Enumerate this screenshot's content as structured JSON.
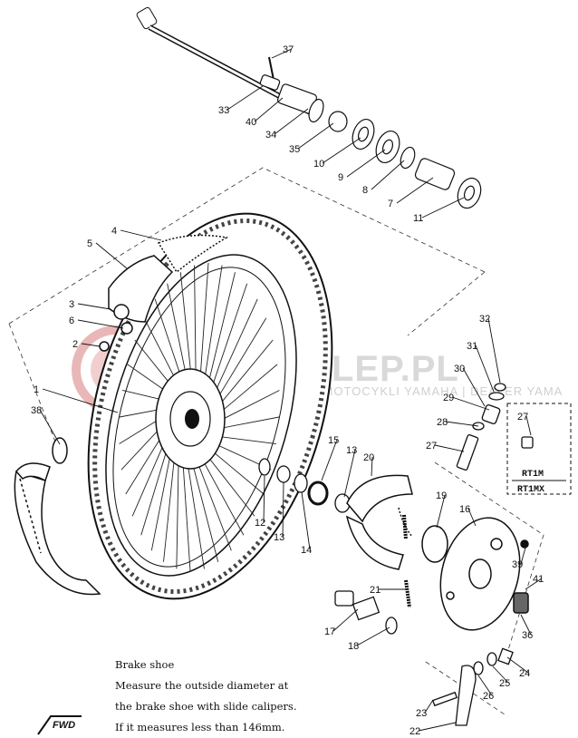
{
  "callouts": [
    {
      "id": "c37",
      "label": "37"
    },
    {
      "id": "c33",
      "label": "33"
    },
    {
      "id": "c40",
      "label": "40"
    },
    {
      "id": "c34",
      "label": "34"
    },
    {
      "id": "c35",
      "label": "35"
    },
    {
      "id": "c10",
      "label": "10"
    },
    {
      "id": "c9",
      "label": "9"
    },
    {
      "id": "c8",
      "label": "8"
    },
    {
      "id": "c7",
      "label": "7"
    },
    {
      "id": "c11",
      "label": "11"
    },
    {
      "id": "c4",
      "label": "4"
    },
    {
      "id": "c5",
      "label": "5"
    },
    {
      "id": "c3",
      "label": "3"
    },
    {
      "id": "c6",
      "label": "6"
    },
    {
      "id": "c2",
      "label": "2"
    },
    {
      "id": "c1",
      "label": "1"
    },
    {
      "id": "c38",
      "label": "38"
    },
    {
      "id": "c32",
      "label": "32"
    },
    {
      "id": "c31",
      "label": "31"
    },
    {
      "id": "c30",
      "label": "30"
    },
    {
      "id": "c29",
      "label": "29"
    },
    {
      "id": "c28",
      "label": "28"
    },
    {
      "id": "c27a",
      "label": "27"
    },
    {
      "id": "c27b",
      "label": "27"
    },
    {
      "id": "c15",
      "label": "15"
    },
    {
      "id": "c13a",
      "label": "13"
    },
    {
      "id": "c20",
      "label": "20"
    },
    {
      "id": "c19",
      "label": "19"
    },
    {
      "id": "c16",
      "label": "16"
    },
    {
      "id": "c12",
      "label": "12"
    },
    {
      "id": "c13b",
      "label": "13"
    },
    {
      "id": "c14",
      "label": "14"
    },
    {
      "id": "c39",
      "label": "39"
    },
    {
      "id": "c41",
      "label": "41"
    },
    {
      "id": "c21",
      "label": "21"
    },
    {
      "id": "c17",
      "label": "17"
    },
    {
      "id": "c18",
      "label": "18"
    },
    {
      "id": "c36",
      "label": "36"
    },
    {
      "id": "c24",
      "label": "24"
    },
    {
      "id": "c25",
      "label": "25"
    },
    {
      "id": "c26",
      "label": "26"
    },
    {
      "id": "c23",
      "label": "23"
    },
    {
      "id": "c22",
      "label": "22"
    }
  ],
  "model_box": {
    "line1": "RT1M",
    "line2": "RT1MX"
  },
  "watermark": {
    "main": "AMA-SKLEP.PL",
    "sub": "ZĘŚCI | SERWIS MOTOCYKLI YAMAHA | DEALER YAMA"
  },
  "fwd_badge": "FWD",
  "note": {
    "title": "Brake shoe",
    "line1": "Measure the outside diameter at",
    "line2": "the brake shoe with slide calipers.",
    "line3": "If it measures  less  than  146mm."
  }
}
